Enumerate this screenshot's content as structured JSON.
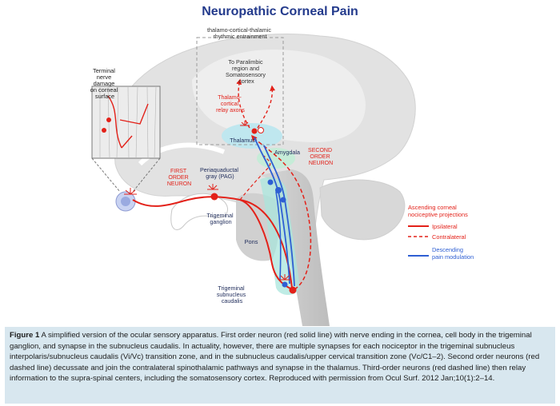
{
  "title": "Neuropathic Corneal Pain",
  "labels": {
    "thalamo_cortical": [
      "thalamo-cortical-thalamic",
      "rhythmic entrainment"
    ],
    "to_paralimbic": [
      "To Paralimbic",
      "region and",
      "Somatosensory",
      "cortex"
    ],
    "relay_axons": [
      "Thalamo-",
      "cortical",
      "relay axons"
    ],
    "thalamus": "Thalamus",
    "amygdala": "Amygdala",
    "second_order": [
      "SECOND",
      "ORDER",
      "NEURON"
    ],
    "terminal_damage": [
      "Terminal",
      "nerve",
      "damage",
      "on corneal",
      "surface"
    ],
    "first_order": [
      "FIRST",
      "ORDER",
      "NEURON"
    ],
    "pag": [
      "Periaquaductal",
      "gray (PAG)"
    ],
    "trigeminal_ganglion": [
      "Trigeminal",
      "ganglion"
    ],
    "pons": "Pons",
    "trigeminal_subnucleus": [
      "Trigeminal",
      "subnucleus",
      "caudalis"
    ]
  },
  "legend": {
    "heading": [
      "Ascending corneal",
      "nociceptive projections"
    ],
    "ipsilateral": "Ipsilateral",
    "contralateral": "Contralateral",
    "descending": [
      "Descending",
      "pain modulation"
    ]
  },
  "caption": {
    "label": "Figure 1",
    "text": "A simplified version of the ocular sensory apparatus. First order neuron (red solid line) with nerve ending in the cornea, cell body in the trigeminal ganglion, and synapse in the subnucleus caudalis. In actuality, however, there are multiple synapses for each nociceptor in the trigeminal subnucleus interpolaris/subnucleus caudalis (Vi/Vc) transition zone, and in the subnucleus caudalis/upper cervical transition zone (Vc/C1–2). Second order neurons (red dashed line) decussate and join the contralateral spinothalamic pathways and synapse in the thalamus. Third-order neurons (red dashed line) then relay information to the supra-spinal centers, including the somatosensory cortex. Reproduced with permission from Ocul Surf. 2012 Jan;10(1):2–14."
  },
  "colors": {
    "title": "#233a8c",
    "ipsilateral": "#e32119",
    "descending": "#2e5fd3",
    "caption_bg": "#d8e7ef"
  }
}
